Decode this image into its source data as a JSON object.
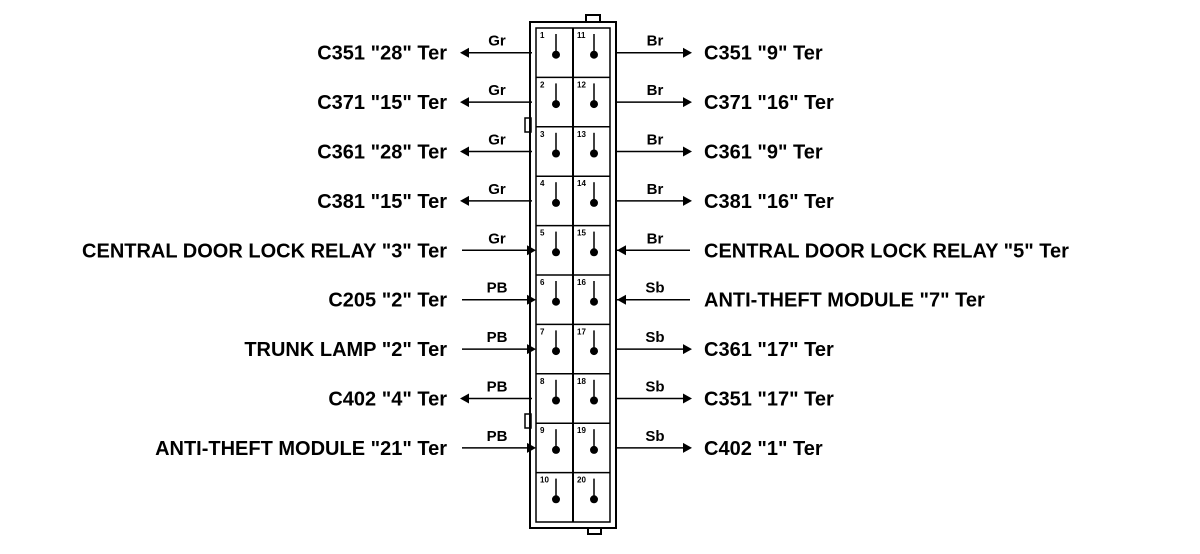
{
  "colors": {
    "ink": "#000000",
    "background": "#ffffff"
  },
  "connector": {
    "left_column": [
      {
        "cavity": "1",
        "wire": "Gr",
        "dir": "out",
        "label": "C351 \"28\" Ter"
      },
      {
        "cavity": "2",
        "wire": "Gr",
        "dir": "out",
        "label": "C371 \"15\" Ter"
      },
      {
        "cavity": "3",
        "wire": "Gr",
        "dir": "out",
        "label": "C361 \"28\" Ter"
      },
      {
        "cavity": "4",
        "wire": "Gr",
        "dir": "out",
        "label": "C381 \"15\" Ter"
      },
      {
        "cavity": "5",
        "wire": "Gr",
        "dir": "in",
        "label": "CENTRAL DOOR LOCK RELAY \"3\" Ter"
      },
      {
        "cavity": "6",
        "wire": "PB",
        "dir": "in",
        "label": "C205 \"2\" Ter"
      },
      {
        "cavity": "7",
        "wire": "PB",
        "dir": "in",
        "label": "TRUNK LAMP \"2\" Ter"
      },
      {
        "cavity": "8",
        "wire": "PB",
        "dir": "out",
        "label": "C402 \"4\" Ter"
      },
      {
        "cavity": "9",
        "wire": "PB",
        "dir": "in",
        "label": "ANTI-THEFT MODULE \"21\" Ter"
      },
      {
        "cavity": "10",
        "wire": "",
        "dir": "none",
        "label": ""
      }
    ],
    "right_column": [
      {
        "cavity": "11",
        "wire": "Br",
        "dir": "out",
        "label": "C351 \"9\" Ter"
      },
      {
        "cavity": "12",
        "wire": "Br",
        "dir": "out",
        "label": "C371 \"16\" Ter"
      },
      {
        "cavity": "13",
        "wire": "Br",
        "dir": "out",
        "label": "C361 \"9\" Ter"
      },
      {
        "cavity": "14",
        "wire": "Br",
        "dir": "out",
        "label": "C381 \"16\" Ter"
      },
      {
        "cavity": "15",
        "wire": "Br",
        "dir": "in",
        "label": "CENTRAL DOOR LOCK RELAY \"5\" Ter"
      },
      {
        "cavity": "16",
        "wire": "Sb",
        "dir": "in",
        "label": "ANTI-THEFT MODULE \"7\" Ter"
      },
      {
        "cavity": "17",
        "wire": "Sb",
        "dir": "out",
        "label": "C361 \"17\" Ter"
      },
      {
        "cavity": "18",
        "wire": "Sb",
        "dir": "out",
        "label": "C351 \"17\" Ter"
      },
      {
        "cavity": "19",
        "wire": "Sb",
        "dir": "out",
        "label": "C402 \"1\" Ter"
      },
      {
        "cavity": "20",
        "wire": "",
        "dir": "none",
        "label": ""
      }
    ]
  }
}
